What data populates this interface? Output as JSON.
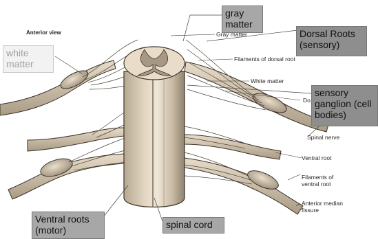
{
  "figure": {
    "view_label": "Anterior view",
    "printed_labels": {
      "gray_matter": "Gray matter",
      "filaments_dorsal": "Filaments of dorsal root",
      "white_matter": "White matter",
      "dorsal_partial": "Do",
      "spinal_nerve": "Spinal nerve",
      "ventral_root": "Ventral root",
      "filaments_ventral_1": "Filaments of",
      "filaments_ventral_2": "ventral root",
      "anterior_median_1": "Anterior median",
      "anterior_median_2": "fissure"
    }
  },
  "callouts": {
    "gray_matter": [
      "gray",
      "matter"
    ],
    "dorsal_roots": [
      "Dorsal Roots",
      "(sensory)"
    ],
    "white_matter": [
      "white",
      "matter"
    ],
    "sensory_ganglion": [
      "sensory",
      "ganglion (cell",
      "bodies)"
    ],
    "ventral_roots": [
      "Ventral roots",
      "(motor)"
    ],
    "spinal_cord": [
      "spinal cord"
    ]
  },
  "colors": {
    "background": "#ffffff",
    "tissue": "#d9cbb4",
    "tissue_shadow": "#9d8f7b",
    "outline": "#3a3128",
    "callout_dark": "#8e8e8e",
    "callout_grey": "#a7a7a7",
    "callout_light": "#f2f2f2"
  }
}
